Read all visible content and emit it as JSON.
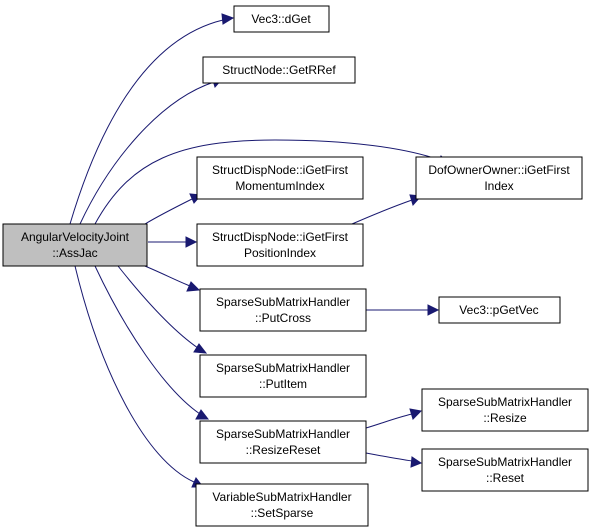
{
  "graph": {
    "colors": {
      "edge": "#191970",
      "root_fill": "#bfbfbf",
      "node_fill": "#ffffff",
      "border": "#000000"
    },
    "nodes": {
      "root": {
        "lines": [
          "AngularVelocityJoint",
          "::AssJac"
        ]
      },
      "vec3_dget": {
        "lines": [
          "Vec3::dGet"
        ]
      },
      "structnode_getrref": {
        "lines": [
          "StructNode::GetRRef"
        ]
      },
      "dofowner_igetfirstindex": {
        "lines": [
          "DofOwnerOwner::iGetFirst",
          "Index"
        ]
      },
      "structdisp_momentum": {
        "lines": [
          "StructDispNode::iGetFirst",
          "MomentumIndex"
        ]
      },
      "structdisp_position": {
        "lines": [
          "StructDispNode::iGetFirst",
          "PositionIndex"
        ]
      },
      "sparse_putcross": {
        "lines": [
          "SparseSubMatrixHandler",
          "::PutCross"
        ]
      },
      "vec3_pgetvec": {
        "lines": [
          "Vec3::pGetVec"
        ]
      },
      "sparse_putitem": {
        "lines": [
          "SparseSubMatrixHandler",
          "::PutItem"
        ]
      },
      "sparse_resizereset": {
        "lines": [
          "SparseSubMatrixHandler",
          "::ResizeReset"
        ]
      },
      "sparse_resize": {
        "lines": [
          "SparseSubMatrixHandler",
          "::Resize"
        ]
      },
      "sparse_reset": {
        "lines": [
          "SparseSubMatrixHandler",
          "::Reset"
        ]
      },
      "variable_setsparse": {
        "lines": [
          "VariableSubMatrixHandler",
          "::SetSparse"
        ]
      }
    }
  }
}
